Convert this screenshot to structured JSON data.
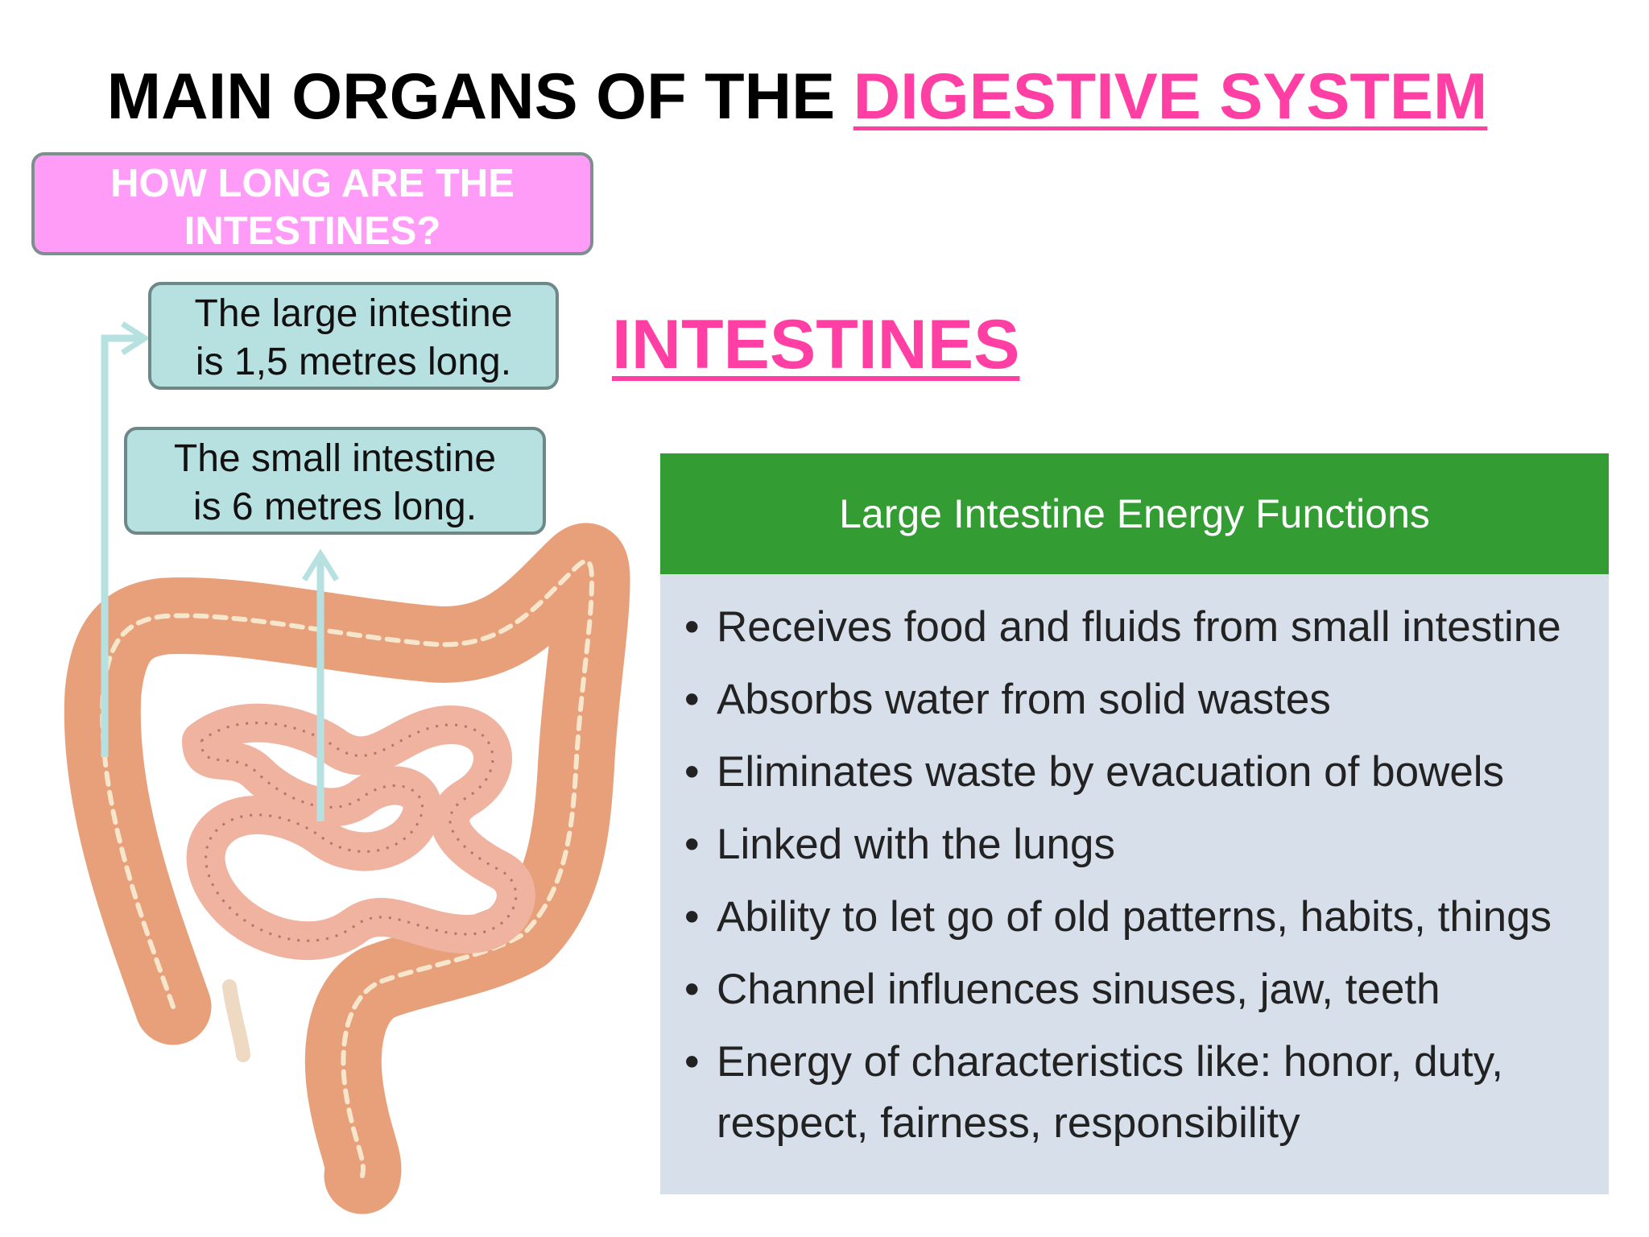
{
  "title": {
    "prefix": "MAIN ORGANS OF THE",
    "highlight": "DIGESTIVE SYSTEM"
  },
  "question": {
    "text": "HOW LONG ARE THE INTESTINES?"
  },
  "facts": {
    "large_line1": "The large intestine",
    "large_line2": "is 1,5 metres long.",
    "small_line1": "The small intestine",
    "small_line2": "is 6 metres long."
  },
  "section_title": "INTESTINES",
  "panel": {
    "header": "Large Intestine Energy Functions",
    "items": [
      "Receives food and fluids from small intestine",
      "Absorbs water from solid wastes",
      "Eliminates waste by evacuation of bowels",
      "Linked with the lungs",
      "Ability to let go of old patterns, habits, things",
      "Channel influences sinuses, jaw, teeth",
      "Energy of characteristics like: honor, duty, respect, fairness, responsibility"
    ]
  },
  "colors": {
    "accent_pink": "#ff3fa4",
    "question_bg": "#ff9cf7",
    "fact_bg": "#b7e0e0",
    "panel_header": "#339c33",
    "panel_bg": "#d6dfea",
    "intestine": "#e8a07a",
    "arrow": "#b7e0e0"
  }
}
